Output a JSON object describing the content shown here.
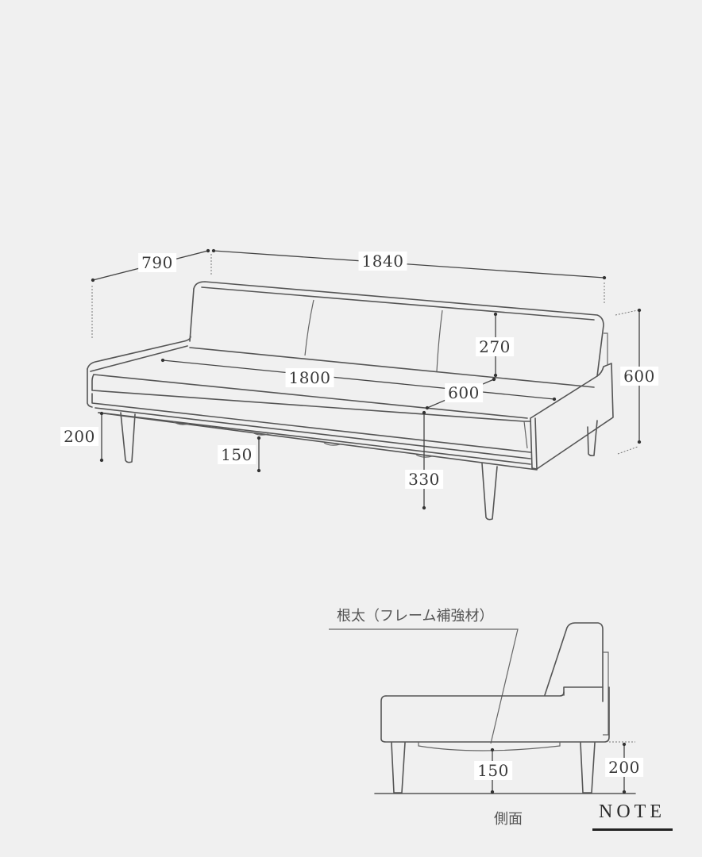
{
  "diagram": {
    "subject": "Sofa bed dimension drawing",
    "units": "mm",
    "perspective_view": {
      "dimensions": {
        "depth": "790",
        "overall_width": "1840",
        "seat_width": "1800",
        "overall_height": "600",
        "backrest_height": "270",
        "seat_depth": "600",
        "leg_height": "200",
        "frame_clearance": "150",
        "seat_height": "330"
      }
    },
    "side_view": {
      "callout": "根太（フレーム補強材）",
      "caption": "側面",
      "dimensions": {
        "frame_clearance": "150",
        "leg_height": "200"
      }
    },
    "note_label": "NOTE"
  },
  "colors": {
    "background": "#f0f0f0",
    "line": "#555555",
    "label_bg": "#ffffff",
    "text": "#3a3a3a"
  }
}
